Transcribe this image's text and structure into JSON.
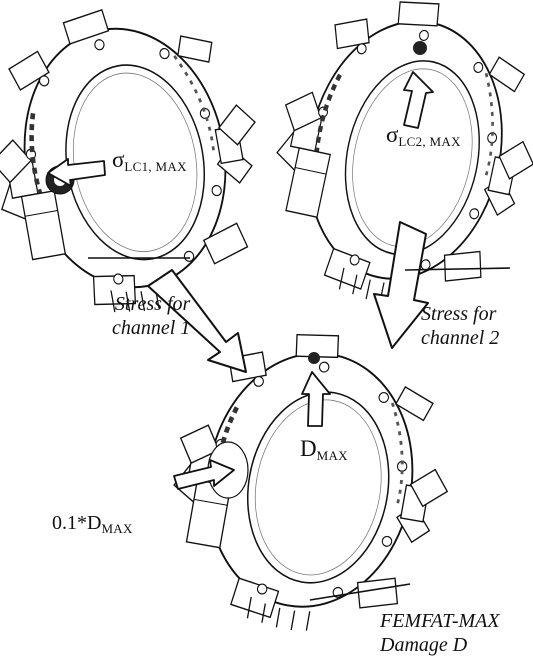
{
  "labels": {
    "sigma_lc1": {
      "main": "σ",
      "sub": "LC1, MAX"
    },
    "sigma_lc2": {
      "main": "σ",
      "sub": "LC2, MAX"
    },
    "d_max": {
      "main": "D",
      "sub": "MAX"
    },
    "d_01": {
      "main": "0.1*D",
      "sub": "MAX"
    }
  },
  "captions": {
    "channel1": {
      "line1": "Stress for",
      "line2": "channel 1"
    },
    "channel2": {
      "line1": "Stress for",
      "line2": "channel 2"
    },
    "result": {
      "line1": "FEMFAT-MAX",
      "line2": "Damage D"
    }
  }
}
